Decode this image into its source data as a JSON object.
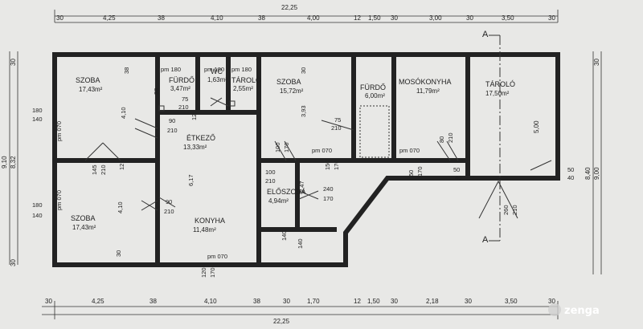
{
  "rooms": [
    {
      "name": "SZOBA",
      "area": "17,43m²"
    },
    {
      "name": "FÜRDŐ",
      "area": "3,47m²"
    },
    {
      "name": "WC",
      "area": "1,63m²"
    },
    {
      "name": "TÁROLÓ",
      "area": "2,55m²"
    },
    {
      "name": "SZOBA",
      "area": "15,72m²"
    },
    {
      "name": "FÜRDŐ",
      "area": "6,00m²"
    },
    {
      "name": "MOSÓKONYHA",
      "area": "11,79m²"
    },
    {
      "name": "TÁROLÓ",
      "area": "17,50m²"
    },
    {
      "name": "ÉTKEZŐ",
      "area": "13,33m²"
    },
    {
      "name": "SZOBA",
      "area": "17,43m²"
    },
    {
      "name": "KONYHA",
      "area": "11,48m²"
    },
    {
      "name": "ELŐSZOBA",
      "area": "4,94m²"
    }
  ],
  "top_dims": [
    "30",
    "4,25",
    "38",
    "4,10",
    "38",
    "4,00",
    "12",
    "1,50",
    "30",
    "3,00",
    "30",
    "3,50",
    "30"
  ],
  "top_total": "22,25",
  "bottom_dims": [
    "30",
    "4,25",
    "38",
    "4,10",
    "38",
    "30",
    "1,70",
    "12",
    "1,50",
    "30",
    "2,18",
    "30",
    "3,50",
    "30"
  ],
  "bottom_total": "22,25",
  "left_dims": [
    "9,10",
    "8,32",
    "30",
    "30"
  ],
  "right_dims": [
    "8,40",
    "9,00",
    "5,00",
    "30"
  ],
  "section_label": "A",
  "labels": [
    "pm 180",
    "pm 180",
    "pm 180",
    "pm 070",
    "pm 070",
    "pm 070",
    "180",
    "140",
    "180",
    "140",
    "75",
    "210",
    "90",
    "210",
    "90",
    "210",
    "100",
    "210",
    "240",
    "170",
    "150",
    "170",
    "50",
    "170",
    "50",
    "40",
    "80",
    "210",
    "75",
    "210",
    "260",
    "210",
    "145",
    "210",
    "100",
    "170",
    "4,10",
    "6,17",
    "3,93",
    "2,47",
    "4,10",
    "38",
    "38",
    "12",
    "12",
    "30",
    "30",
    "120",
    "170",
    "140",
    "140",
    "pm 070",
    "pm 070",
    "50",
    "40"
  ],
  "watermark": "zenga"
}
